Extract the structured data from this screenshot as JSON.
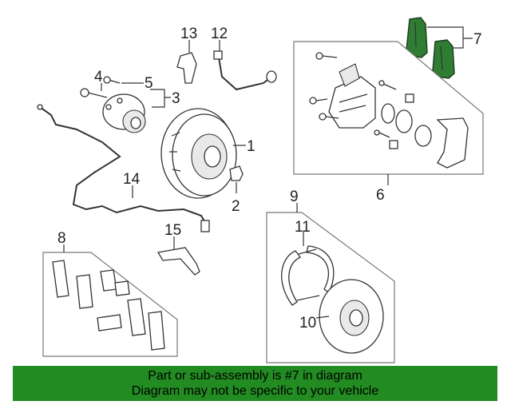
{
  "callouts": [
    "1",
    "2",
    "3",
    "4",
    "5",
    "6",
    "7",
    "8",
    "9",
    "10",
    "11",
    "12",
    "13",
    "14",
    "15"
  ],
  "banner": {
    "line1": "Part or sub-assembly is #7 in diagram",
    "line2": "Diagram may not be specific to your vehicle"
  },
  "colors": {
    "highlight": "#2e7d32",
    "banner": "#228b22"
  }
}
